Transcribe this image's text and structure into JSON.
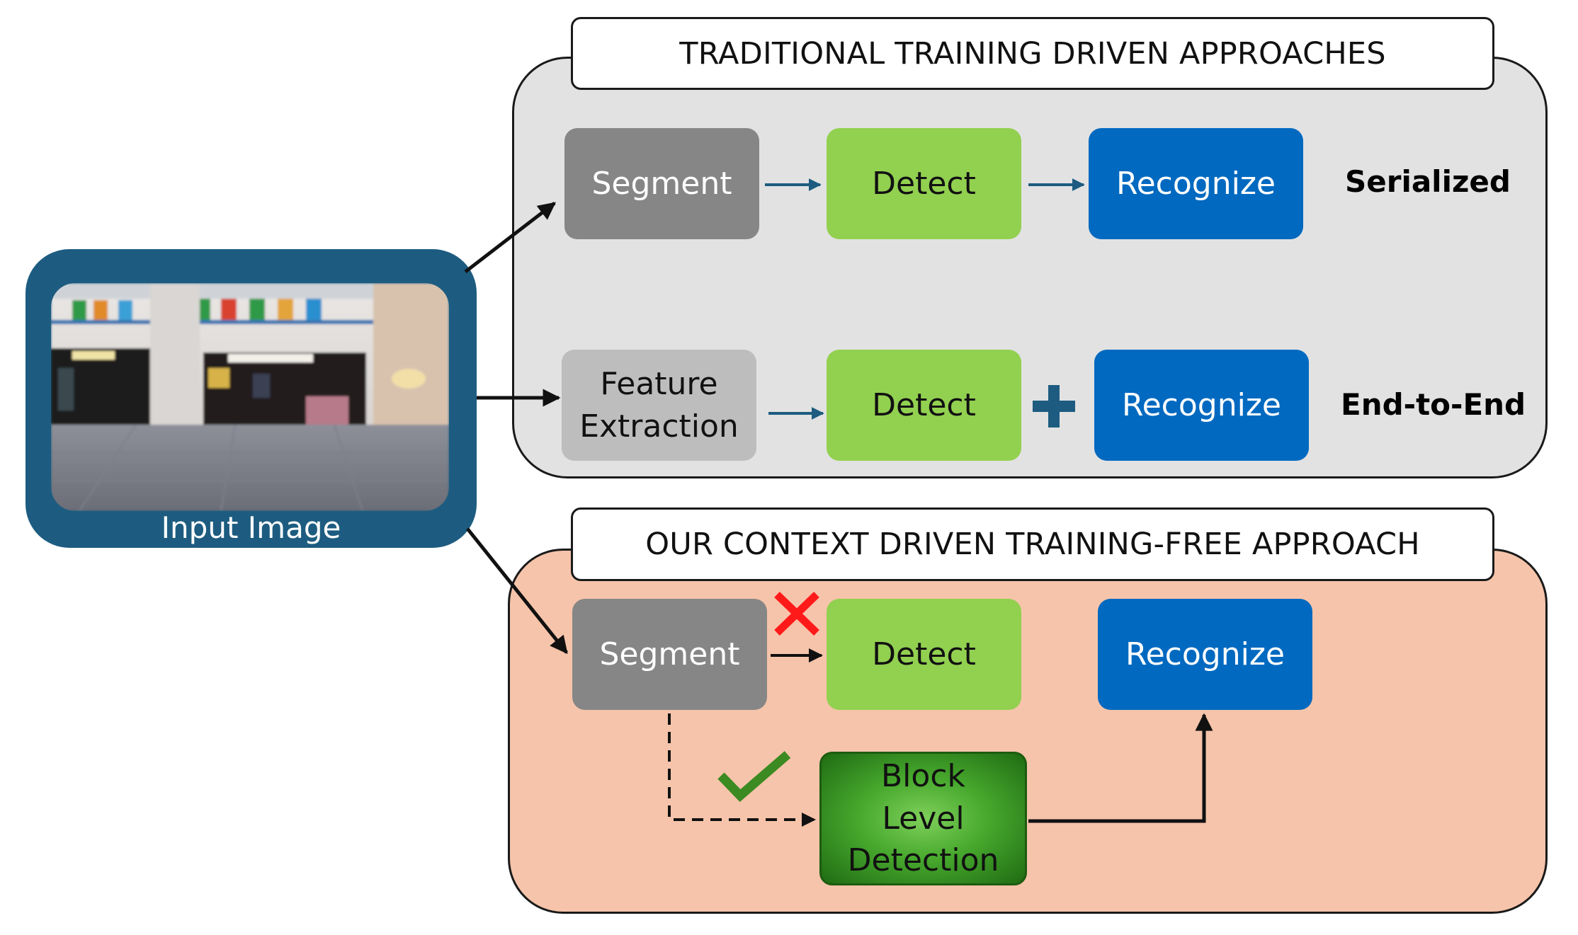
{
  "traditional": {
    "header": "TRADITIONAL TRAINING DRIVEN APPROACHES",
    "serialized": {
      "segment": "Segment",
      "detect": "Detect",
      "recognize": "Recognize",
      "label": "Serialized"
    },
    "end_to_end": {
      "feature_line1": "Feature",
      "feature_line2": "Extraction",
      "detect": "Detect",
      "recognize": "Recognize",
      "label": "End-to-End"
    }
  },
  "ours": {
    "header": "OUR CONTEXT DRIVEN TRAINING-FREE APPROACH",
    "segment": "Segment",
    "detect": "Detect",
    "recognize": "Recognize",
    "block_line1": "Block",
    "block_line2": "Level",
    "block_line3": "Detection"
  },
  "input": {
    "label": "Input Image"
  },
  "colors": {
    "frame": "#1d5c80",
    "segment": "#868686",
    "feature": "#bdbdbd",
    "detect": "#92d050",
    "recognize": "#0169c0",
    "block": "#47a82d",
    "plus": "#1d5c80",
    "cross": "#ff0000",
    "check": "#3b8a22",
    "panel_traditional": "#e2e2e2",
    "panel_ours": "#f6c4aa"
  },
  "icons": {
    "plus": "plus-icon",
    "cross": "cross-icon",
    "check": "check-icon"
  }
}
